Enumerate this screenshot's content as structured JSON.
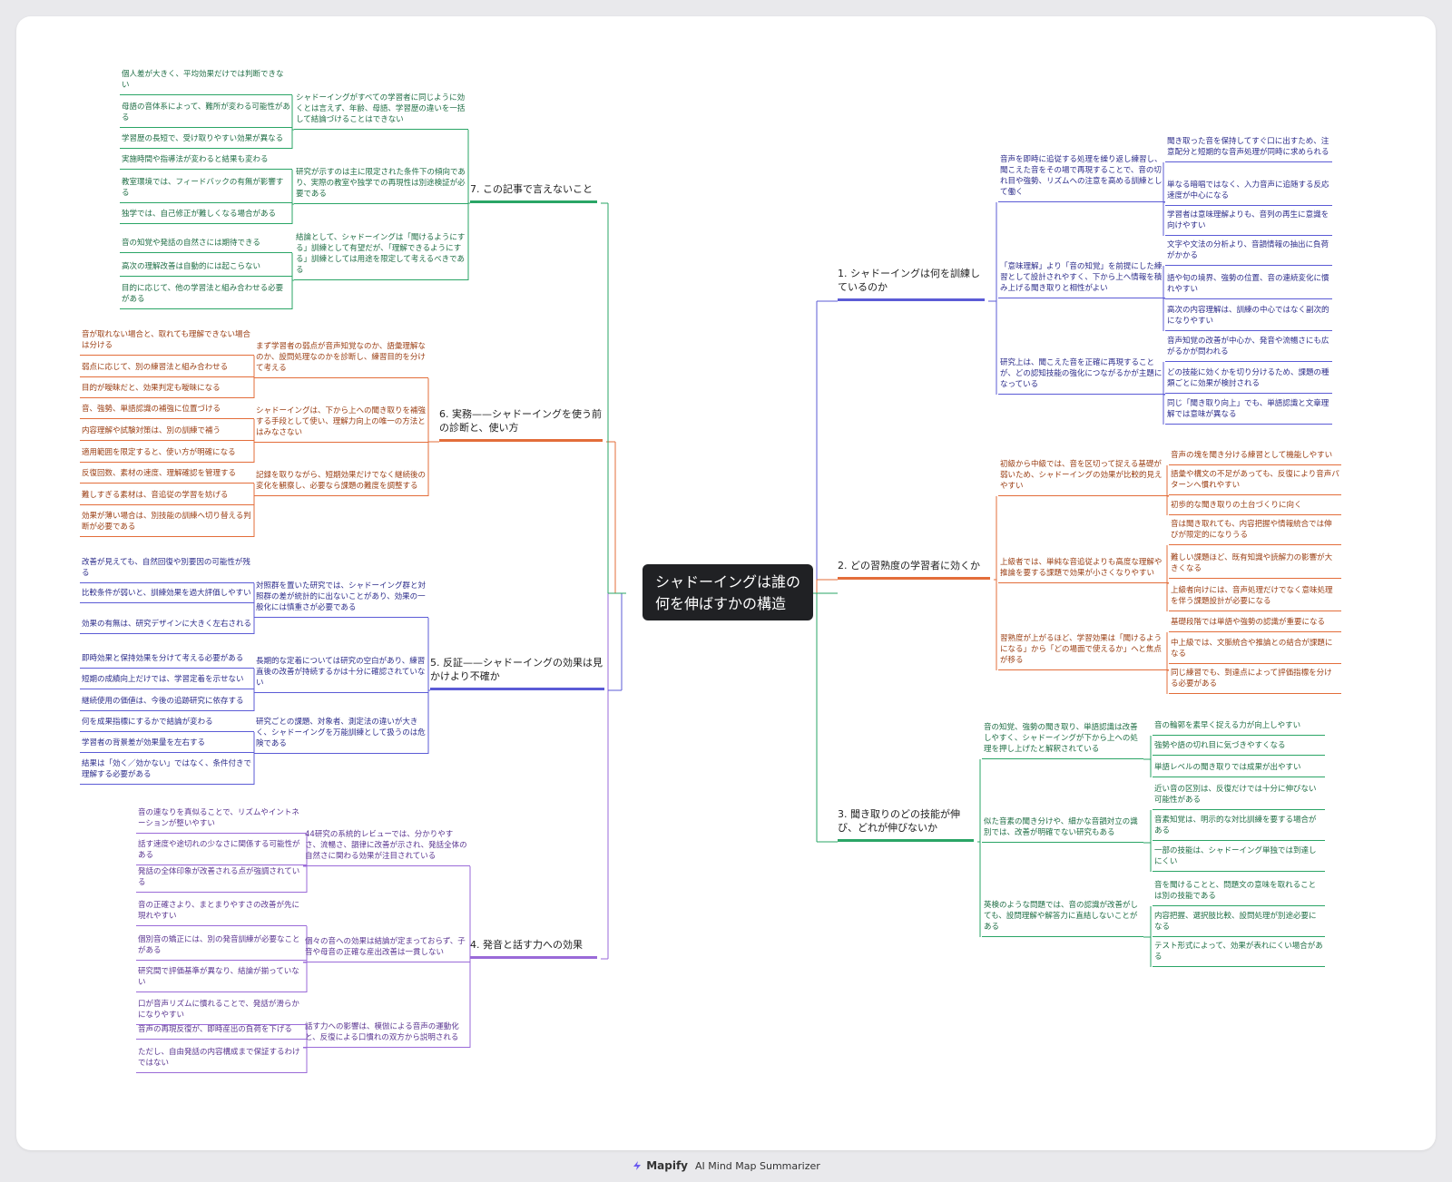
{
  "root": "シャドーイングは誰の何を伸ばすかの構造",
  "footer": {
    "brand": "Mapify",
    "tagline": "AI Mind Map Summarizer"
  },
  "colors": {
    "b1": "#5b5bd6",
    "b2": "#e36d3a",
    "b3": "#2aa566",
    "b4": "#9a6ad8",
    "b5": "#5b5bd6",
    "b6": "#e36d3a",
    "b7": "#2aa566"
  },
  "branches": [
    {
      "key": "b1",
      "label": "1. シャドーイングは何を訓練しているのか",
      "children": [
        {
          "text": "音声を即時に追従する処理を繰り返し練習し、聞こえた音をその場で再現することで、音の切れ目や強勢、リズムへの注意を高める訓練として働く",
          "children": [
            "聞き取った音を保持してすぐ口に出すため、注意配分と短期的な音声処理が同時に求められる",
            "単なる暗唱ではなく、入力音声に追随する反応速度が中心になる",
            "学習者は意味理解よりも、音列の再生に意識を向けやすい"
          ]
        },
        {
          "text": "「意味理解」より「音の知覚」を前提にした練習として設計されやすく、下から上へ情報を積み上げる聞き取りと相性がよい",
          "children": [
            "文字や文法の分析より、音韻情報の抽出に負荷がかかる",
            "語や句の境界、強勢の位置、音の連続変化に慣れやすい",
            "高次の内容理解は、訓練の中心ではなく副次的になりやすい"
          ]
        },
        {
          "text": "研究上は、聞こえた音を正確に再現することが、どの認知技能の強化につながるかが主題になっている",
          "children": [
            "音声知覚の改善が中心か、発音や流暢さにも広がるかが問われる",
            "どの技能に効くかを切り分けるため、課題の種類ごとに効果が検討される",
            "同じ「聞き取り向上」でも、単語認識と文章理解では意味が異なる"
          ]
        }
      ]
    },
    {
      "key": "b2",
      "label": "2. どの習熟度の学習者に効くか",
      "children": [
        {
          "text": "初級から中級では、音を区切って捉える基礎が弱いため、シャドーイングの効果が比較的見えやすい",
          "children": [
            "音声の塊を聞き分ける練習として機能しやすい",
            "語彙や構文の不足があっても、反復により音声パターンへ慣れやすい",
            "初歩的な聞き取りの土台づくりに向く"
          ]
        },
        {
          "text": "上級者では、単純な音追従よりも高度な理解や推論を要する課題で効果が小さくなりやすい",
          "children": [
            "音は聞き取れても、内容把握や情報統合では伸びが限定的になりうる",
            "難しい課題ほど、既有知識や読解力の影響が大きくなる",
            "上級者向けには、音声処理だけでなく意味処理を伴う課題設計が必要になる"
          ]
        },
        {
          "text": "習熟度が上がるほど、学習効果は「聞けるようになる」から「どの場面で使えるか」へと焦点が移る",
          "children": [
            "基礎段階では単語や強勢の認識が重要になる",
            "中上級では、文脈統合や推論との結合が課題になる",
            "同じ練習でも、到達点によって評価指標を分ける必要がある"
          ]
        }
      ]
    },
    {
      "key": "b3",
      "label": "3. 聞き取りのどの技能が伸び、どれが伸びないか",
      "children": [
        {
          "text": "音の知覚、強勢の聞き取り、単語認識は改善しやすく、シャドーイングが下から上への処理を押し上げたと解釈されている",
          "children": [
            "音の輪郭を素早く捉える力が向上しやすい",
            "強勢や語の切れ目に気づきやすくなる",
            "単語レベルの聞き取りでは成果が出やすい"
          ]
        },
        {
          "text": "似た音素の聞き分けや、細かな音韻対立の識別では、改善が明確でない研究もある",
          "children": [
            "近い音の区別は、反復だけでは十分に伸びない可能性がある",
            "音素知覚は、明示的な対比訓練を要する場合がある",
            "一部の技能は、シャドーイング単独では到達しにくい"
          ]
        },
        {
          "text": "英検のような問題では、音の認識が改善がしても、設問理解や解答力に直結しないことがある",
          "children": [
            "音を聞けることと、問題文の意味を取れることは別の技能である",
            "内容把握、選択肢比較、設問処理が別途必要になる",
            "テスト形式によって、効果が表れにくい場合がある"
          ]
        }
      ]
    },
    {
      "key": "b4",
      "label": "4. 発音と話す力への効果",
      "children": [
        {
          "text": "44研究の系統的レビューでは、分かりやすさ、流暢さ、韻律に改善が示され、発話全体の自然さに関わる効果が注目されている",
          "children": [
            "音の連なりを真似ることで、リズムやイントネーションが整いやすい",
            "話す速度や途切れの少なさに関係する可能性がある",
            "発話の全体印象が改善される点が強調されている"
          ]
        },
        {
          "text": "個々の音への効果は結論が定まっておらず、子音や母音の正確な産出改善は一貫しない",
          "children": [
            "音の正確さより、まとまりやすさの改善が先に現れやすい",
            "個別音の矯正には、別の発音訓練が必要なことがある",
            "研究間で評価基準が異なり、結論が揃っていない"
          ]
        },
        {
          "text": "話す力への影響は、模倣による音声の運動化と、反復による口慣れの双方から説明される",
          "children": [
            "口が音声リズムに慣れることで、発話が滑らかになりやすい",
            "音声の再現反復が、即時産出の負荷を下げる",
            "ただし、自由発話の内容構成まで保証するわけではない"
          ]
        }
      ]
    },
    {
      "key": "b5",
      "label": "5. 反証——シャドーイングの効果は見かけより不確か",
      "children": [
        {
          "text": "対照群を置いた研究では、シャドーイング群と対照群の差が統計的に出ないことがあり、効果の一般化には慎重さが必要である",
          "children": [
            "改善が見えても、自然回復や別要因の可能性が残る",
            "比較条件が弱いと、訓練効果を過大評価しやすい",
            "効果の有無は、研究デザインに大きく左右される"
          ]
        },
        {
          "text": "長期的な定着については研究の空白があり、練習直後の改善が持続するかは十分に確認されていない",
          "children": [
            "即時効果と保持効果を分けて考える必要がある",
            "短期の成績向上だけでは、学習定着を示せない",
            "継続使用の価値は、今後の追跡研究に依存する"
          ]
        },
        {
          "text": "研究ごとの課題、対象者、測定法の違いが大きく、シャドーイングを万能訓練として扱うのは危険である",
          "children": [
            "何を成果指標にするかで結論が変わる",
            "学習者の背景差が効果量を左右する",
            "結果は「効く／効かない」ではなく、条件付きで理解する必要がある"
          ]
        }
      ]
    },
    {
      "key": "b6",
      "label": "6. 実務——シャドーイングを使う前の診断と、使い方",
      "children": [
        {
          "text": "まず学習者の弱点が音声知覚なのか、語彙理解なのか、設問処理なのかを診断し、練習目的を分けて考える",
          "children": [
            "音が取れない場合と、取れても理解できない場合は分ける",
            "弱点に応じて、別の練習法と組み合わせる",
            "目的が曖昧だと、効果判定も曖昧になる"
          ]
        },
        {
          "text": "シャドーイングは、下から上への聞き取りを補強する手段として使い、理解力向上の唯一の方法とはみなさない",
          "children": [
            "音、強勢、単語認識の補強に位置づける",
            "内容理解や試験対策は、別の訓練で補う",
            "適用範囲を限定すると、使い方が明確になる"
          ]
        },
        {
          "text": "記録を取りながら、短期効果だけでなく継続後の変化を観察し、必要なら課題の難度を調整する",
          "children": [
            "反復回数、素材の速度、理解確認を管理する",
            "難しすぎる素材は、音追従の学習を妨げる",
            "効果が薄い場合は、別技能の訓練へ切り替える判断が必要である"
          ]
        }
      ]
    },
    {
      "key": "b7",
      "label": "7. この記事で言えないこと",
      "children": [
        {
          "text": "シャドーイングがすべての学習者に同じように効くとは言えず、年齢、母語、学習歴の違いを一括して結論づけることはできない",
          "children": [
            "個人差が大きく、平均効果だけでは判断できない",
            "母語の音体系によって、難所が変わる可能性がある",
            "学習歴の長短で、受け取りやすい効果が異なる"
          ]
        },
        {
          "text": "研究が示すのは主に限定された条件下の傾向であり、実際の教室や独学での再現性は別途検証が必要である",
          "children": [
            "実施時間や指導法が変わると結果も変わる",
            "教室環境では、フィードバックの有無が影響する",
            "独学では、自己修正が難しくなる場合がある"
          ]
        },
        {
          "text": "結論として、シャドーイングは「聞けるようにする」訓練として有望だが、「理解できるようにする」訓練としては用途を限定して考えるべきである",
          "children": [
            "音の知覚や発話の自然さには期待できる",
            "高次の理解改善は自動的には起こらない",
            "目的に応じて、他の学習法と組み合わせる必要がある"
          ]
        }
      ]
    }
  ]
}
